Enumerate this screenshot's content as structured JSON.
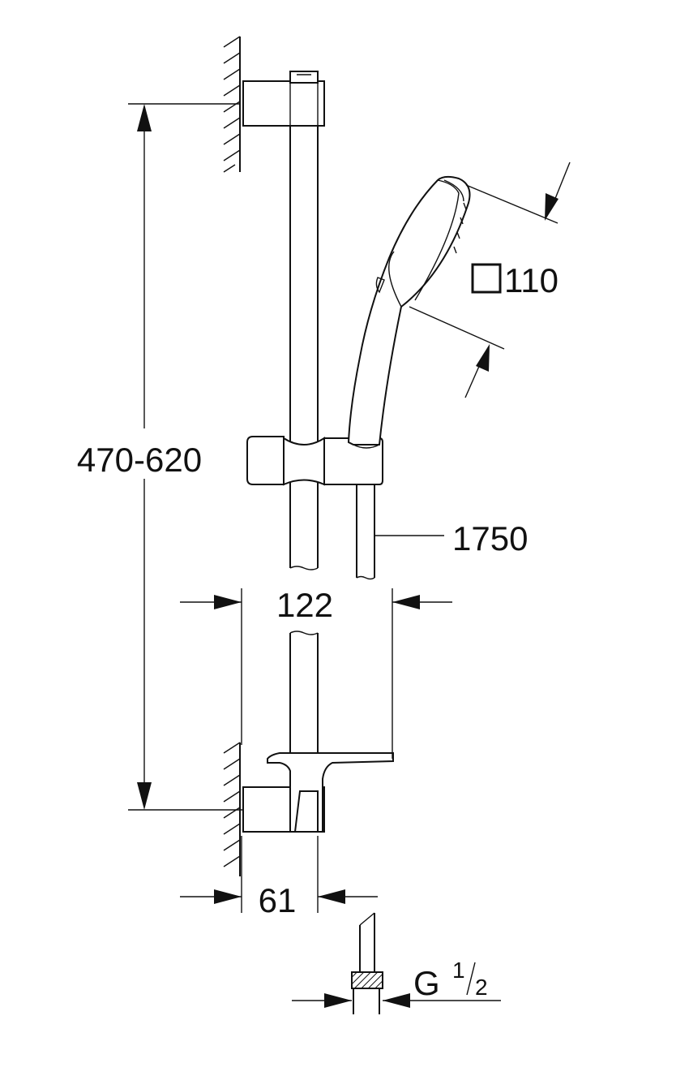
{
  "dimensions": {
    "rail_length": "470-620",
    "spray_face": "110",
    "hose_length": "1750",
    "rail_offset": "122",
    "wall_depth": "61",
    "thread_main": "G",
    "thread_num": "1",
    "thread_den": "2"
  }
}
